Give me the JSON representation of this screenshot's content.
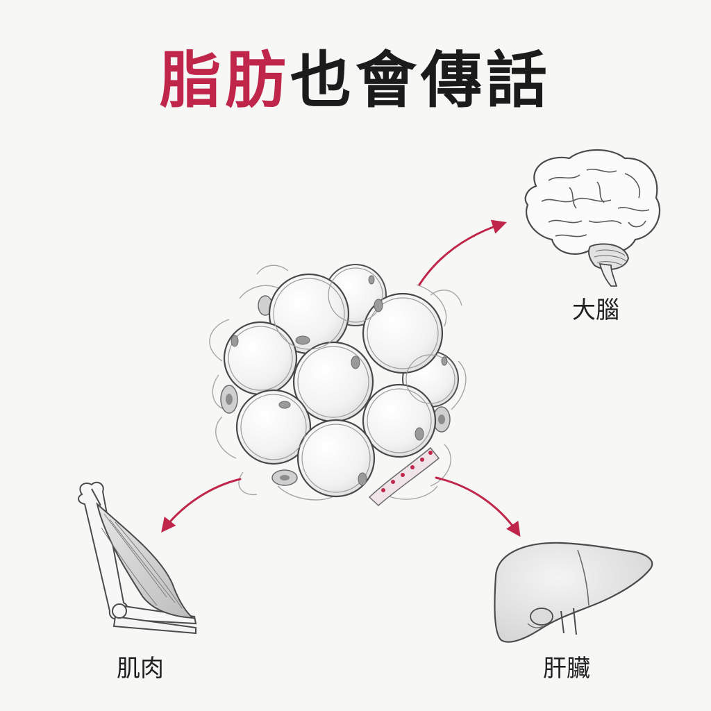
{
  "title": {
    "highlight": "脂肪",
    "rest": "也會傳話"
  },
  "organs": {
    "brain": "大腦",
    "muscle": "肌肉",
    "liver": "肝臟"
  },
  "colors": {
    "accent": "#c0264a",
    "text": "#1b1b1b",
    "outline": "#555555",
    "background": "#f7f7f6"
  },
  "icons": {
    "center": "fat-cell-cluster-icon",
    "brain": "brain-icon",
    "muscle": "arm-muscle-icon",
    "liver": "liver-icon"
  }
}
